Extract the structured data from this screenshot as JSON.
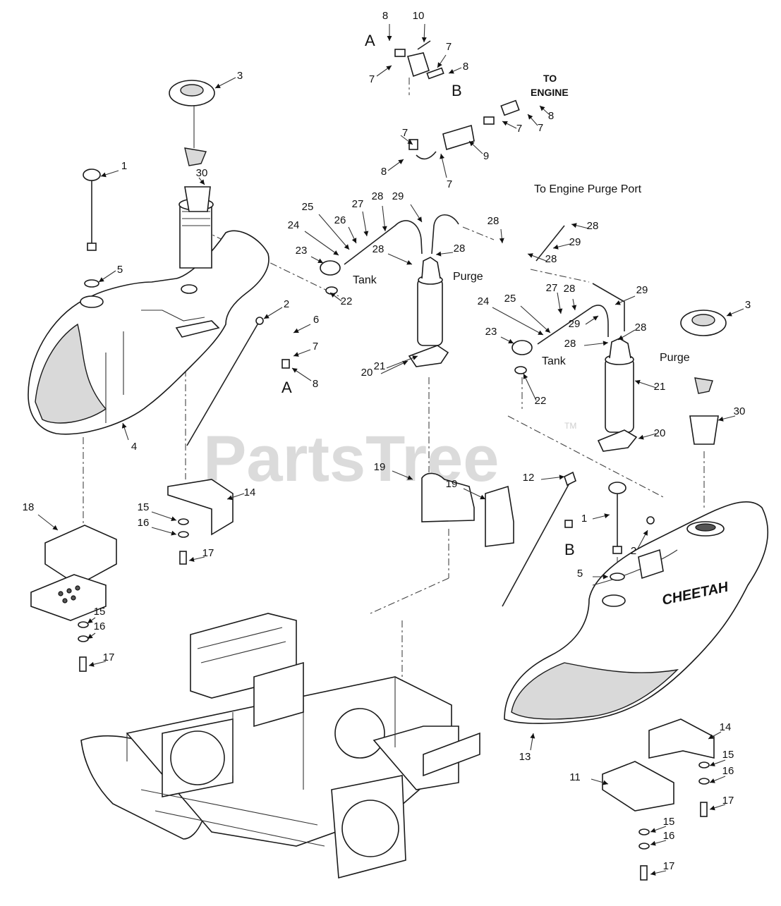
{
  "watermark": {
    "text": "PartsTree",
    "tm": "TM"
  },
  "brand_text": "CHEETAH",
  "labels": {
    "to_engine_line1": "TO",
    "to_engine_line2": "ENGINE",
    "to_engine_purge": "To Engine Purge Port",
    "tank": "Tank",
    "purge": "Purge",
    "conn_a": "A",
    "conn_b": "B"
  },
  "callouts": [
    "1",
    "2",
    "3",
    "4",
    "5",
    "6",
    "7",
    "8",
    "9",
    "10",
    "11",
    "12",
    "13",
    "14",
    "15",
    "16",
    "17",
    "18",
    "19",
    "20",
    "21",
    "22",
    "23",
    "24",
    "25",
    "26",
    "27",
    "28",
    "29",
    "30"
  ]
}
